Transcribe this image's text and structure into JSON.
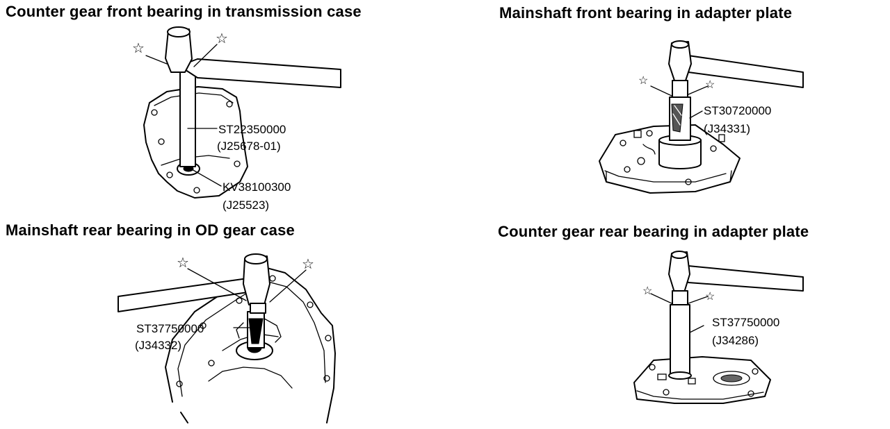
{
  "panels": {
    "top_left": {
      "title": "Counter gear front bearing in transmission case",
      "tool_1": {
        "part_no": "ST22350000",
        "alt_no": "(J25678-01)"
      },
      "tool_2": {
        "part_no": "KV38100300",
        "alt_no": "(J25523)"
      },
      "symbol": "☆"
    },
    "top_right": {
      "title": "Mainshaft front bearing in adapter plate",
      "tool_1": {
        "part_no": "ST30720000",
        "alt_no": "(J34331)"
      },
      "symbol": "☆"
    },
    "bottom_left": {
      "title": "Mainshaft rear bearing in OD gear case",
      "tool_1": {
        "part_no": "ST37750000",
        "alt_no": "(J34332)"
      },
      "symbol": "☆"
    },
    "bottom_right": {
      "title": "Counter gear rear bearing in adapter plate",
      "tool_1": {
        "part_no": "ST37750000",
        "alt_no": "(J34286)"
      },
      "symbol": "☆"
    }
  }
}
